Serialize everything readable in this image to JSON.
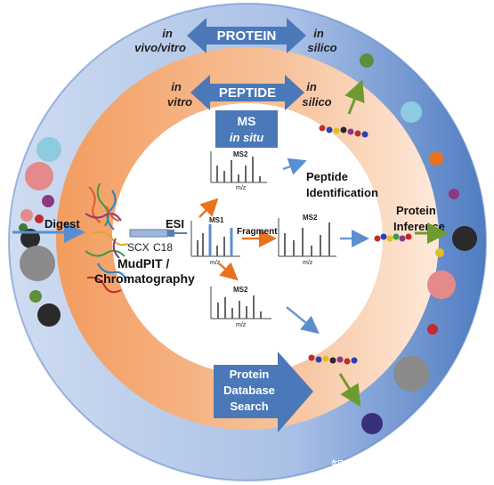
{
  "labels": {
    "protein": "PROTEIN",
    "in_vivo_vitro_line1": "in",
    "in_vivo_vitro_line2": "vivo/vitro",
    "in_silico_outer_line1": "in",
    "in_silico_outer_line2": "silico",
    "peptide": "PEPTIDE",
    "in_vitro_line1": "in",
    "in_vitro_line2": "vitro",
    "in_silico_inner_line1": "in",
    "in_silico_inner_line2": "silico",
    "ms": "MS",
    "in_situ": "in situ",
    "digest": "Digest",
    "scx": "SCX",
    "c18": "C18",
    "esi": "ESI",
    "mudpit_line1": "MudPIT /",
    "mudpit_line2": "Chromatography",
    "fragment": "Fragment",
    "peptide_id_line1": "Peptide",
    "peptide_id_line2": "Identification",
    "protein_inf_line1": "Protein",
    "protein_inf_line2": "Inference",
    "db_line1": "Protein",
    "db_line2": "Database",
    "db_line3": "Search",
    "ms1": "MS1",
    "ms2": "MS2",
    "mz": "m/z"
  },
  "watermark": "知乎 @上海生物芯片有限...",
  "colors": {
    "outer_ring": "#6f95cf",
    "outer_ring_light": "#c4d4ec",
    "middle_ring": "#f3a873",
    "middle_ring_light": "#fde6d4",
    "center": "#ffffff",
    "arrow_blue": "#4a78b8",
    "arrow_orange": "#e8731f",
    "arrow_green": "#6f9a2f"
  }
}
